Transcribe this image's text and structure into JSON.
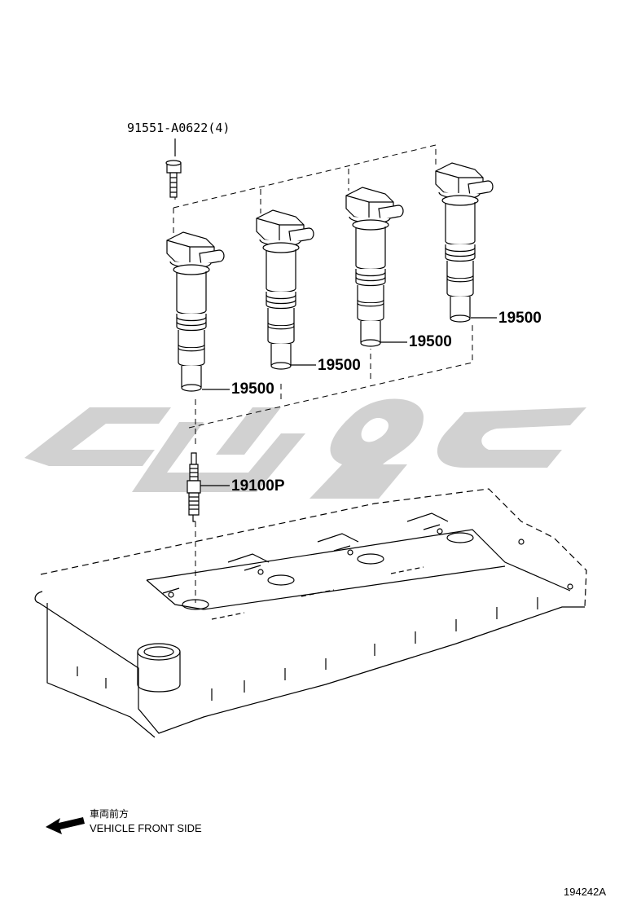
{
  "callouts": {
    "bolt": "91551-A0622(4)",
    "coil_1": "19500",
    "coil_2": "19500",
    "coil_3": "19500",
    "coil_4": "19500",
    "spark_plug": "19100P"
  },
  "direction": {
    "label_jp": "車両前方",
    "label_en": "VEHICLE FRONT SIDE"
  },
  "figure_number": "194242A",
  "colors": {
    "line": "#000000",
    "watermark": "#c8c8c8",
    "background": "#ffffff"
  },
  "icons": {
    "arrow": "left-arrow-icon",
    "watermark": "logo-watermark"
  }
}
